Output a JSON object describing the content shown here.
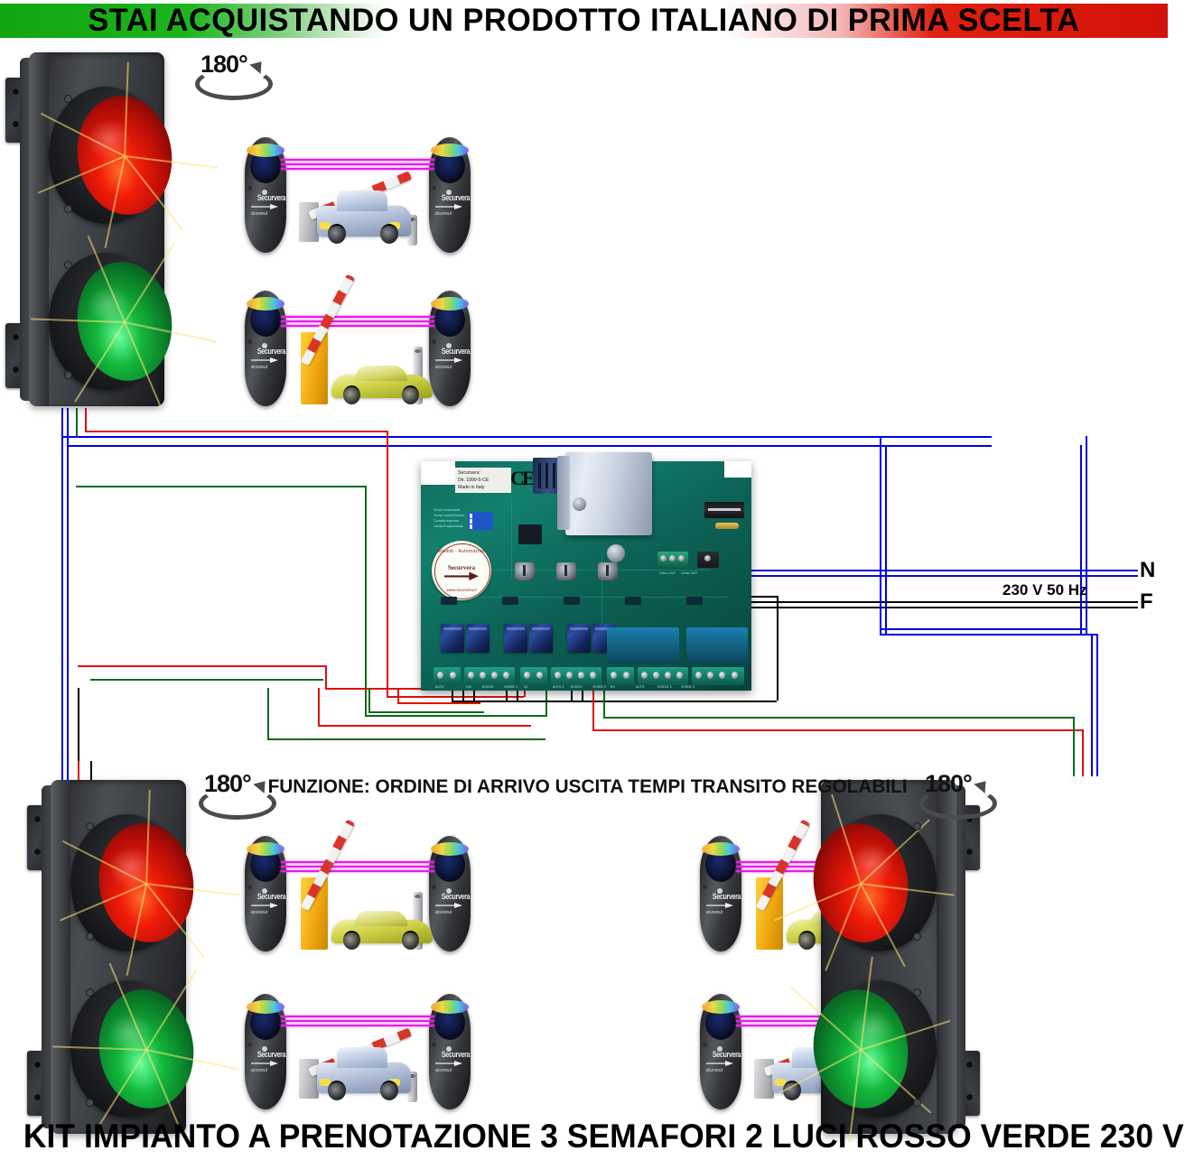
{
  "top_banner": {
    "text": "STAI ACQUISTANDO UN PRODOTTO ITALIANO DI PRIMA SCELTA"
  },
  "bottom_banner": {
    "text": "KIT IMPIANTO A PRENOTAZIONE 3 SEMAFORI 2 LUCI ROSSO VERDE 230 V"
  },
  "function_caption": {
    "text": "FUNZIONE: ORDINE DI ARRIVO USCITA TEMPI TRANSITO REGOLABILI"
  },
  "power": {
    "voltage_label": "230 V 50 Hz",
    "neutral_label": "N",
    "phase_label": "F"
  },
  "rotation_badges": [
    {
      "id": "rot-top-left",
      "label": "180°"
    },
    {
      "id": "rot-bottom-left",
      "label": "180°"
    },
    {
      "id": "rot-bottom-right",
      "label": "180°"
    }
  ],
  "traffic_lights": [
    {
      "id": "traffic-light-top-left",
      "red_lamp": "ROSSO",
      "green_lamp": "VERDE",
      "mirrored": false
    },
    {
      "id": "traffic-light-bottom-left",
      "red_lamp": "ROSSO",
      "green_lamp": "VERDE",
      "mirrored": false
    },
    {
      "id": "traffic-light-bottom-right",
      "red_lamp": "ROSSO",
      "green_lamp": "VERDE",
      "mirrored": true
    }
  ],
  "control_board": {
    "brand": "Securvera'",
    "directive": "Dir. 1999-5-CE",
    "origin": "Made in Italy",
    "ce_mark": "CE",
    "sticker": {
      "top_arc": "Ansaldi - Automazioni",
      "center": "Securvera",
      "bottom_arc": "www.sicurvera.it"
    },
    "silkscreen": [
      "Tempi rosso/verde",
      "Tempo uscita/Sensori",
      "Contatto ingresso",
      "Uscita Programmata"
    ],
    "terminal_labels": [
      "AUTO",
      "24V",
      "ROSSO",
      "VERDE 1",
      "24",
      "AUTO 2",
      "ROSSO",
      "VERDE 2",
      "RX",
      "AUTO",
      "ROSSO 3",
      "VERDE 3"
    ],
    "output_labels": [
      "24Vcc OUT",
      "12Vac OUT"
    ]
  },
  "photocell_scenes": [
    {
      "id": "scene-top-barrier-down",
      "barrier_state": "abbassata",
      "car": "blue",
      "cabinet": "grey",
      "beam_color": "#e21fe2"
    },
    {
      "id": "scene-top-barrier-up",
      "barrier_state": "alzata",
      "car": "gold",
      "cabinet": "yellow",
      "beam_color": "#e21fe2"
    },
    {
      "id": "scene-bottom-left-barrier-up",
      "barrier_state": "alzata",
      "car": "gold",
      "cabinet": "yellow",
      "beam_color": "#e21fe2"
    },
    {
      "id": "scene-bottom-left-barrier-down",
      "barrier_state": "abbassata",
      "car": "blue",
      "cabinet": "grey",
      "beam_color": "#e21fe2"
    },
    {
      "id": "scene-bottom-right-barrier-up",
      "barrier_state": "alzata",
      "car": "gold",
      "cabinet": "yellow",
      "beam_color": "#e21fe2"
    },
    {
      "id": "scene-bottom-right-barrier-down",
      "barrier_state": "abbassata",
      "car": "blue",
      "cabinet": "grey",
      "beam_color": "#e21fe2"
    }
  ],
  "wire_colors": {
    "neutral_blue": "#0000e6",
    "red": "#e01010",
    "green": "#0a6b18",
    "black": "#000000"
  }
}
